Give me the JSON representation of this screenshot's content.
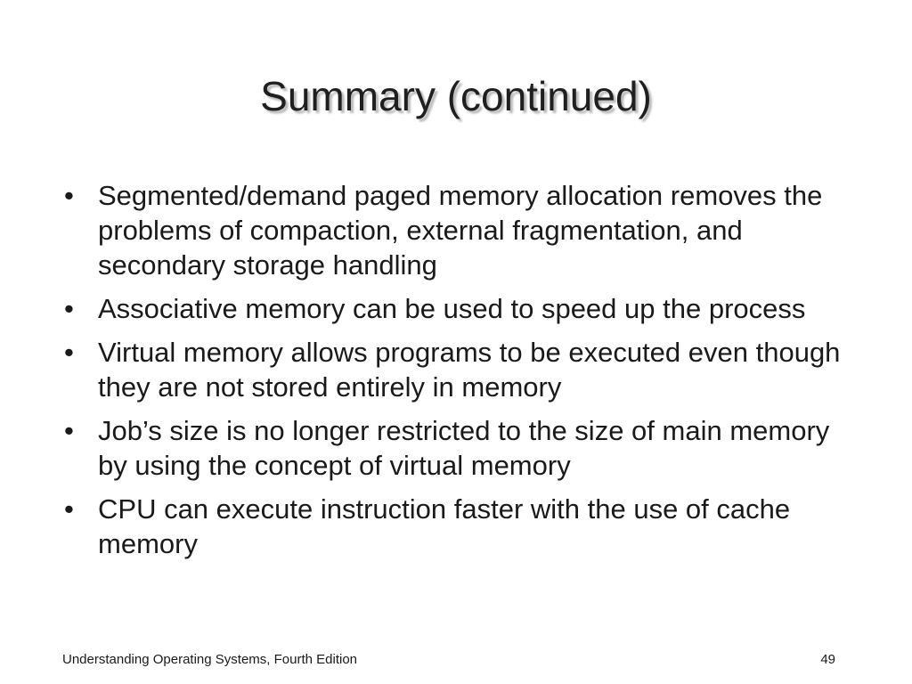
{
  "slide": {
    "title": "Summary (continued)",
    "bullets": [
      "Segmented/demand paged memory allocation removes the problems of compaction, external fragmentation, and secondary storage handling",
      "Associative memory can be used to speed up the process",
      "Virtual memory allows programs to be executed even though they are not stored entirely in memory",
      "Job’s size is no longer restricted to the size of main memory by using the concept of virtual memory",
      "CPU can execute instruction faster with the use of cache memory"
    ],
    "bullet_symbol": "•",
    "footer": {
      "book": "Understanding Operating Systems, Fourth Edition",
      "page_number": "49"
    }
  }
}
